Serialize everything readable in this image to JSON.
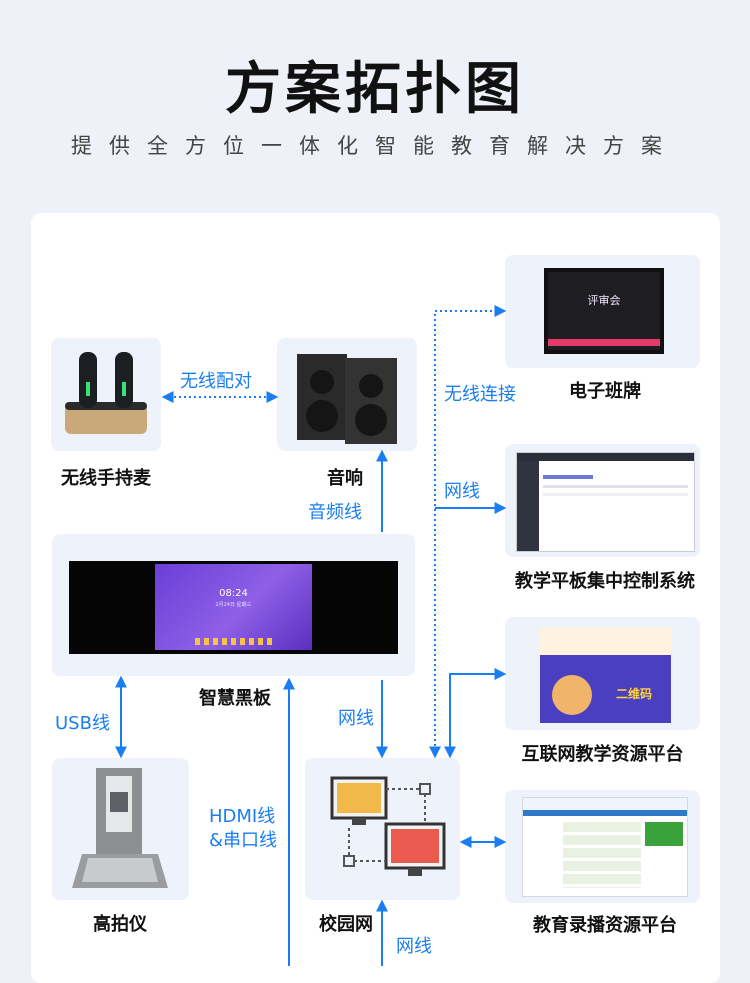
{
  "header": {
    "title": "方案拓扑图",
    "subtitle": "提供全方位一体化智能教育解决方案"
  },
  "nodes": {
    "mic": "无线手持麦",
    "speaker": "音响",
    "blackboard": "智慧黑板",
    "camera": "高拍仪",
    "campus": "校园网",
    "eboard": "电子班牌",
    "tablet": "教学平板集中控制系统",
    "internet": "互联网教学资源平台",
    "recording": "教育录播资源平台"
  },
  "edges": {
    "wireless_pair": "无线配对",
    "audio": "音频线",
    "usb": "USB线",
    "hdmi_1": "HDMI线",
    "hdmi_2": "&串口线",
    "net_bb": "网线",
    "net_bottom": "网线",
    "wireless_conn": "无线连接",
    "net_tablet": "网线"
  },
  "screens": {
    "clock": "08:24",
    "date": "2月24日 星期三",
    "eboard_title": "评审会",
    "banner_text": "二维码"
  },
  "colors": {
    "accent": "#1a7ef2",
    "text": "#111111"
  }
}
